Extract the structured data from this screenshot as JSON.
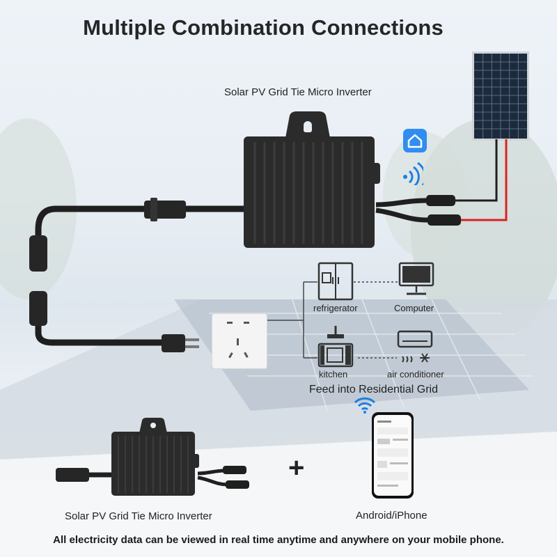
{
  "title": "Multiple Combination Connections",
  "inverter_label_top": "Solar PV Grid Tie Micro Inverter",
  "appliances": {
    "refrigerator": "refrigerator",
    "computer": "Computer",
    "kitchen": "kitchen",
    "air_conditioner": "air conditioner"
  },
  "feed_label": "Feed into Residential Grid",
  "plus_sign": "+",
  "inverter_label_bottom": "Solar PV Grid Tie Micro Inverter",
  "phone_label": "Android/iPhone",
  "footer": "All electricity data can be viewed in real time anytime and anywhere on your mobile phone.",
  "colors": {
    "inverter_body": "#2b2b2b",
    "cable": "#1f1f1f",
    "wire_red": "#d8231f",
    "app_icon_blue": "#2f8ef0",
    "solar_panel": "#1c2a3d"
  },
  "icons": [
    "wifi-icon",
    "smart-home-app-icon",
    "refrigerator-icon",
    "computer-icon",
    "kitchen-icon",
    "air-conditioner-icon"
  ]
}
